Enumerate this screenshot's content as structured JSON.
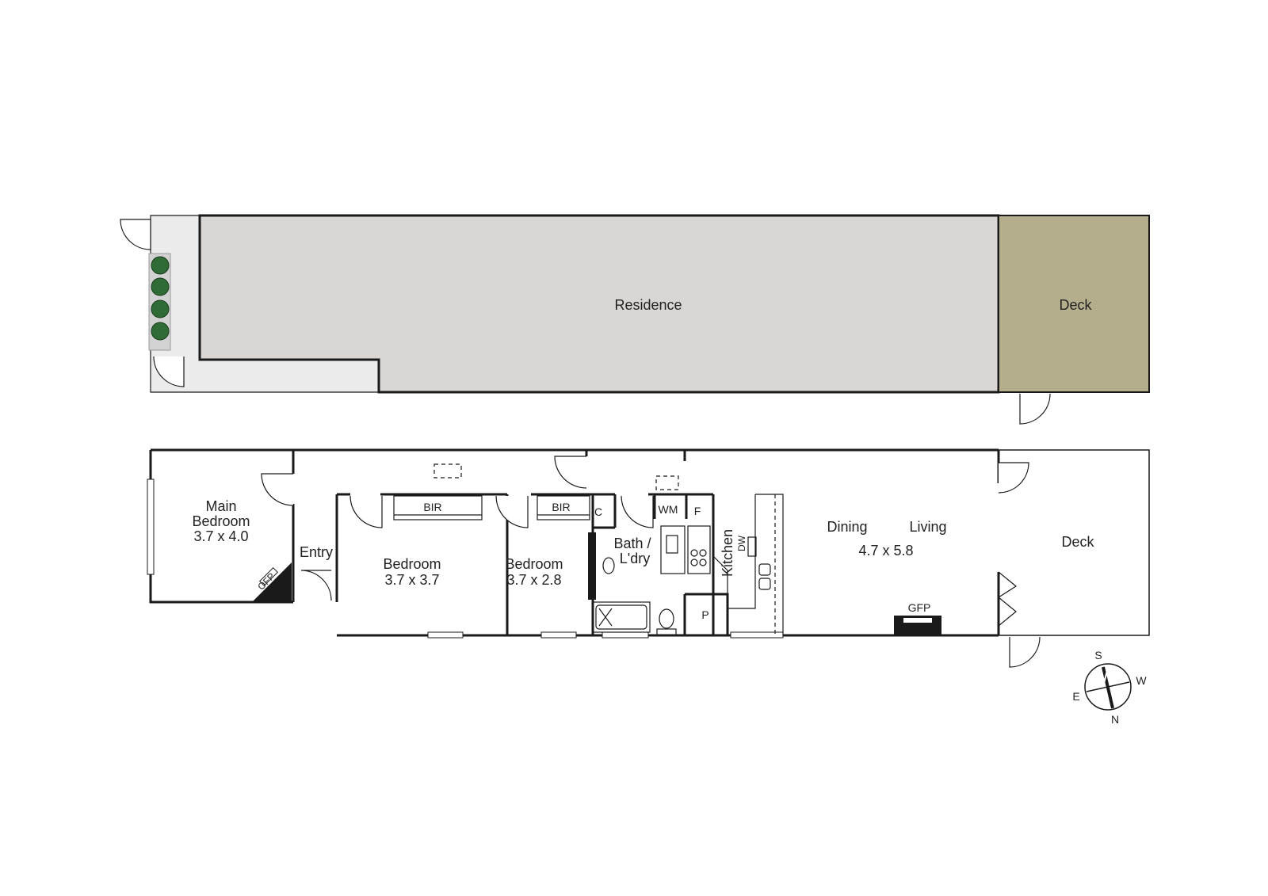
{
  "colors": {
    "residence_fill": "#dad6d3",
    "deck_fill": "#b5ae8c",
    "path_fill": "#ececec",
    "wall": "#1a1a1a",
    "plant_green": "#2f6b35"
  },
  "site_plan": {
    "residence_label": "Residence",
    "deck_label": "Deck"
  },
  "floor_plan": {
    "main_bedroom": {
      "line1": "Main",
      "line2": "Bedroom",
      "dims": "3.7 x 4.0"
    },
    "ofp_label": "OFP",
    "entry_label": "Entry",
    "bedroom2": {
      "name": "Bedroom",
      "dims": "3.7 x 3.7",
      "bir": "BIR"
    },
    "bedroom3": {
      "name": "Bedroom",
      "dims": "3.7 x 2.8",
      "bir": "BIR"
    },
    "cupboard_label": "C",
    "wm_label": "WM",
    "fridge_label": "F",
    "bath_line1": "Bath /",
    "bath_line2": "L'dry",
    "kitchen_label": "Kitchen",
    "dw_label": "DW",
    "pantry_label": "P",
    "dining_label": "Dining",
    "living_label": "Living",
    "living_dims": "4.7 x 5.8",
    "gfp_label": "GFP",
    "deck_label": "Deck"
  },
  "compass": {
    "s": "S",
    "w": "W",
    "e": "E",
    "n": "N"
  }
}
